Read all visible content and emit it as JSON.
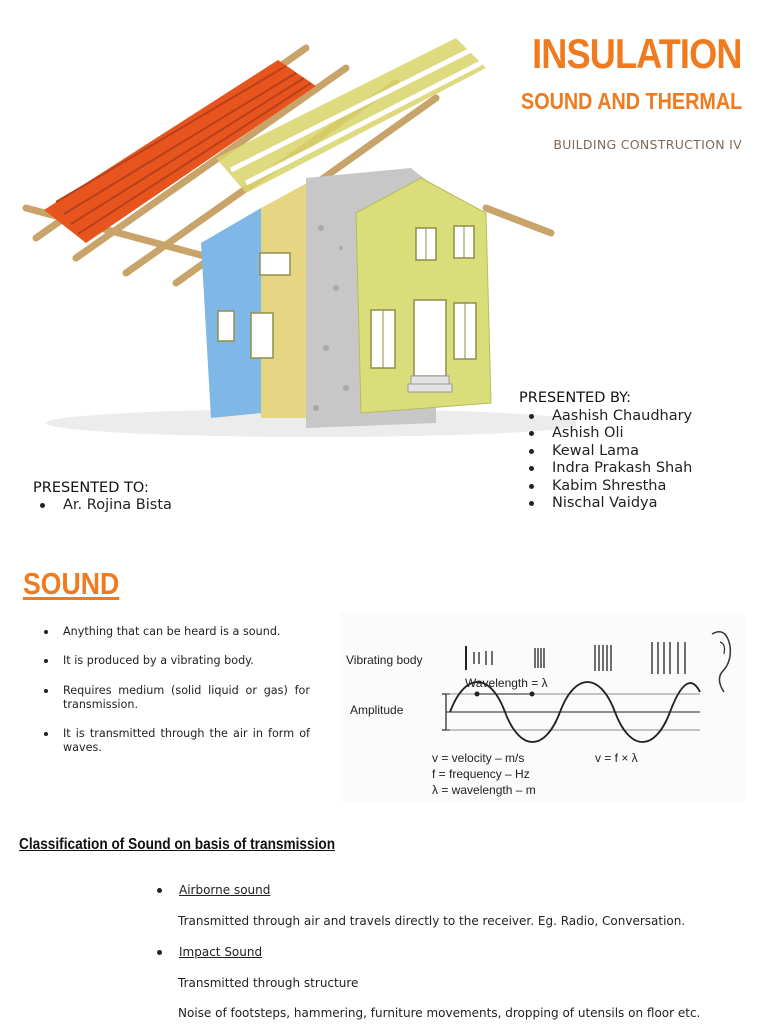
{
  "title": {
    "main": "INSULATION",
    "sub": "SOUND AND THERMAL",
    "course": "BUILDING CONSTRUCTION IV"
  },
  "presented_by": {
    "heading": "PRESENTED BY:",
    "names": [
      "Aashish Chaudhary",
      "Ashish Oli",
      "Kewal Lama",
      "Indra Prakash Shah",
      "Kabim Shrestha",
      "Nischal Vaidya"
    ]
  },
  "presented_to": {
    "heading": "PRESENTED TO:",
    "names": [
      "Ar. Rojina Bista"
    ]
  },
  "sound": {
    "heading": "SOUND",
    "points": [
      "Anything that can be heard is a sound.",
      "It is produced by a vibrating body.",
      "Requires medium (solid liquid or gas) for transmission.",
      "It is transmitted through the air in form of waves."
    ],
    "diagram": {
      "vibrating_body": "Vibrating body",
      "wavelength": "Wavelength = λ",
      "amplitude": "Amplitude",
      "v_line": "v = velocity   –   m/s",
      "formula": "v = f × λ",
      "f_line": "f = frequency  –  Hz",
      "l_line": "λ = wavelength – m"
    }
  },
  "classification": {
    "heading": "Classification of Sound on basis of transmission",
    "items": [
      {
        "label": "Airborne sound",
        "desc": [
          " Transmitted through air and travels directly to the receiver. Eg. Radio, Conversation."
        ]
      },
      {
        "label": "Impact Sound",
        "desc": [
          "Transmitted through structure",
          "Noise of footsteps, hammering, furniture movements, dropping of utensils on floor etc."
        ]
      }
    ]
  },
  "colors": {
    "accent": "#f07a1e",
    "roof": "#e8541e",
    "wall": "#d9dd7a"
  }
}
